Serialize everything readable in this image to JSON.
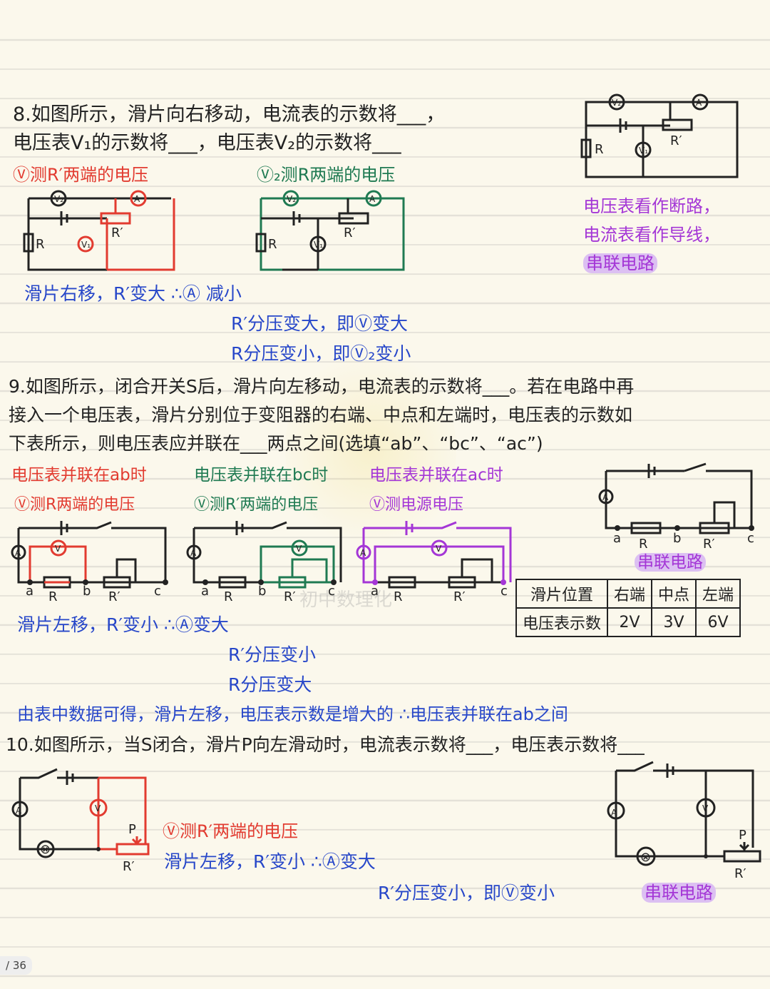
{
  "watermark": "初中数理化",
  "q8": {
    "line1": "8.如图所示，滑片向右移动，电流表的示数将___，",
    "line2": "电压表V₁的示数将___，电压表V₂的示数将___",
    "note_red": "Ⓥ测R′两端的电压",
    "note_green": "Ⓥ₂测R两端的电压",
    "side_note_1": "电压表看作断路，",
    "side_note_2": "电流表看作导线，",
    "series_label": "串联电路",
    "ans_1": "滑片右移，R′变大  ∴Ⓐ 减小",
    "ans_2": "R′分压变大，即Ⓥ变大",
    "ans_3": "R分压变小，即Ⓥ₂变小"
  },
  "q9": {
    "line1": "9.如图所示，闭合开关S后，滑片向左移动，电流表的示数将___。若在电路中再",
    "line2": "接入一个电压表，滑片分别位于变阻器的右端、中点和左端时，电压表的示数如",
    "line3": "下表所示，则电压表应并联在___两点之间(选填“ab”、“bc”、“ac”)",
    "case_ab": "电压表并联在ab时",
    "case_bc": "电压表并联在bc时",
    "case_ac": "电压表并联在ac时",
    "note_ab": "Ⓥ测R两端的电压",
    "note_bc": "Ⓥ测R′两端的电压",
    "note_ac": "Ⓥ测电源电压",
    "series_label": "串联电路",
    "table": {
      "row1": [
        "滑片位置",
        "右端",
        "中点",
        "左端"
      ],
      "row2": [
        "电压表示数",
        "2V",
        "3V",
        "6V"
      ]
    },
    "ans_1": "滑片左移，R′变小  ∴Ⓐ变大",
    "ans_2": "R′分压变小",
    "ans_3": "R分压变大",
    "conclusion": "由表中数据可得，滑片左移，电压表示数是增大的  ∴电压表并联在ab之间"
  },
  "q10": {
    "line1": "10.如图所示，当S闭合，滑片P向左滑动时，电流表示数将___，电压表示数将___",
    "note_red": "Ⓥ测R′两端的电压",
    "ans_1": "滑片左移，R′变小  ∴Ⓐ变大",
    "ans_2": "R′分压变小，即Ⓥ变小",
    "series_label": "串联电路"
  },
  "labels": {
    "R": "R",
    "Rp": "R′",
    "V": "V",
    "V1": "V₁",
    "V2": "V₂",
    "A": "A",
    "P": "P",
    "a": "a",
    "b": "b",
    "c": "c",
    "X": "⊗"
  },
  "page": "/ 36"
}
